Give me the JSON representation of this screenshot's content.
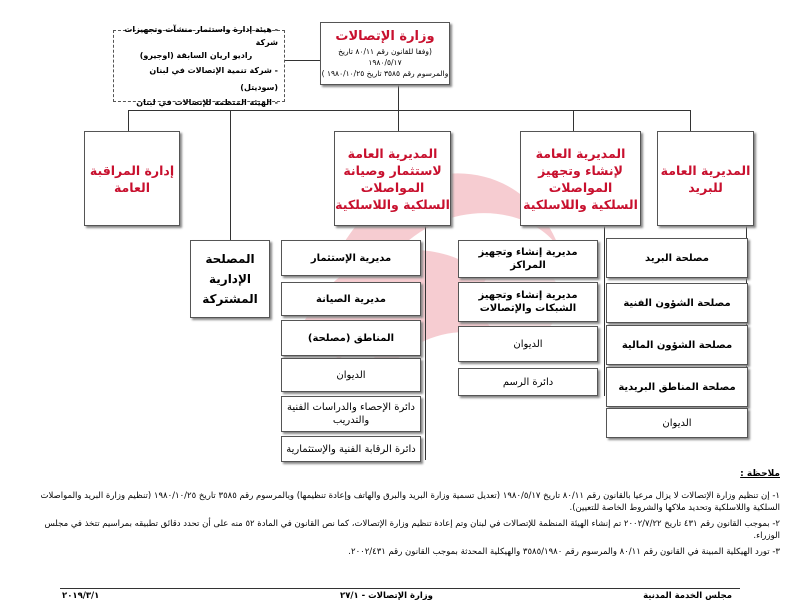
{
  "ministry": {
    "title": "وزارة الإتصالات",
    "law_line1": "(وفقا للقانون رقم ٨٠/١١ تاريخ ١٩٨٠/٥/١٧",
    "law_line2": "والمرسوم رقم ٣٥٨٥ تاريخ ١٩٨٠/١٠/٢٥ )"
  },
  "affiliated": [
    "- هيئة إدارة واستثمار منشآت وتجهيزات شركة",
    "راديو اريان السابقة (اوجيرو)",
    "- شركة تنمية الإتصالات في لبنان (سوديتل)",
    "- الهيئة المنظمة للإتصالات في لبنان"
  ],
  "directorates": {
    "post": {
      "line1": "المديرية العامة",
      "line2": "للبريد"
    },
    "construction": {
      "lines": [
        "المديرية العامة",
        "لإنشاء وتجهيز",
        "المواصلات",
        "السلكية واللاسلكية"
      ]
    },
    "operation": {
      "lines": [
        "المديرية العامة",
        "لاستثمار وصيانة",
        "المواصلات",
        "السلكية واللاسلكية"
      ]
    },
    "inspection": {
      "line1": "إدارة المراقبة",
      "line2": "العامة"
    }
  },
  "shared_service": {
    "lines": [
      "المصلحة",
      "الإدارية",
      "المشتركة"
    ]
  },
  "post_units": [
    "مصلحة البريد",
    "مصلحة الشؤون الفنية",
    "مصلحة الشؤون المالية",
    "مصلحة المناطق البريدية",
    "الديوان"
  ],
  "construction_units": [
    {
      "line1": "مديرية إنشاء وتجهيز",
      "line2": "المراكز"
    },
    {
      "line1": "مديرية إنشاء وتجهيز",
      "line2": "الشبكات والإتصالات"
    },
    {
      "line1": "الديوان",
      "line2": ""
    },
    {
      "line1": "دائرة الرسم",
      "line2": ""
    }
  ],
  "operation_units": [
    {
      "line1": "مديرية الإستثمار",
      "line2": ""
    },
    {
      "line1": "مديرية الصيانة",
      "line2": ""
    },
    {
      "line1": "المناطق (مصلحة)",
      "line2": ""
    },
    {
      "line1": "الديوان",
      "line2": ""
    },
    {
      "line1": "دائرة الإحصاء والدراسات الفنية",
      "line2": "والتدريب"
    },
    {
      "line1": "دائرة الرقابة الفنية والإستثمارية",
      "line2": ""
    }
  ],
  "notes": {
    "heading": "ملاحظة :",
    "items": [
      "١- إن تنظيم وزارة الإتصالات لا يزال مرعيا بالقانون رقم ٨٠/١١ تاريخ ١٩٨٠/٥/١٧ (تعديل تسمية وزارة البريد والبرق والهاتف وإعادة تنظيمها) وبالمرسوم رقم ٣٥٨٥ تاريخ ١٩٨٠/١٠/٢٥ (تنظيم وزارة البريد والمواصلات السلكية واللاسلكية وتحديد ملاكها والشروط الخاصة للتعيين).",
      "٢- بموجب القانون رقم ٤٣١ تاريخ ٢٠٠٢/٧/٢٢ تم إنشاء الهيئة المنظمة للإتصالات في لبنان وتم إعادة تنظيم وزارة الإتصالات، كما نص القانون في المادة ٥٢ منه على أن تحدد دقائق تطبيقه بمراسيم تتخذ في مجلس الوزراء.",
      "٣- تورد الهيكلية المبينة في القانون رقم ٨٠/١١ والمرسوم رقم ٣٥٨٥/١٩٨٠ والهيكلية المحدثة بموجب القانون رقم ٢٠٠٢/٤٣١."
    ]
  },
  "footer": {
    "right": "مجلس الخدمة المدنية",
    "center": "وزارة الإتصالات - ٢٧/١",
    "left": "٢٠١٩/٣/١"
  },
  "colors": {
    "accent_red": "#c8102e",
    "watermark": "#f2a9b0"
  }
}
